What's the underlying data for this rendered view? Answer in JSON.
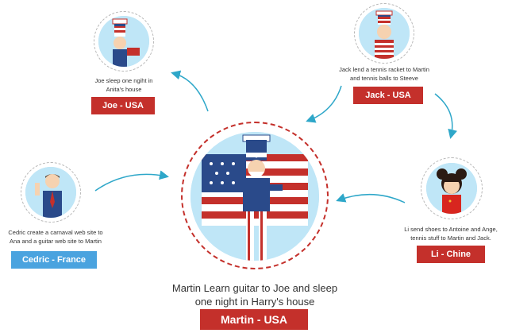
{
  "colors": {
    "red_label": "#c4302b",
    "blue_label": "#4aa3df",
    "arrow": "#2ea7c9",
    "center_ring": "#c4302b",
    "avatar_bg": "#bfe6f7"
  },
  "center": {
    "caption_line1": "Martin Learn guitar to Joe and sleep",
    "caption_line2": "one night in Harry's house",
    "label": "Martin - USA",
    "icon": "uncle-sam-flag-illustration"
  },
  "nodes": {
    "joe": {
      "caption_line1": "Joe sleep one ngiht in",
      "caption_line2": "Anita's house",
      "label": "Joe - USA",
      "icon": "uncle-sam-kid-avatar"
    },
    "jack": {
      "caption_line1": "Jack lend a tennis racket to Martin",
      "caption_line2": "and tennis balls to Steeve",
      "label": "Jack - USA",
      "icon": "uncle-sam-kid-avatar"
    },
    "li": {
      "caption_line1": "Li send shoes to Antoine and Ange,",
      "caption_line2": "tennis stuff to Martin and Jack.",
      "label": "Li - Chine",
      "icon": "chinese-girl-avatar"
    },
    "cedric": {
      "caption_line1": "Cedric create a carnaval web site to",
      "caption_line2": "Ana and a guitar web site to Martin",
      "label": "Cedric - France",
      "icon": "businessman-avatar"
    }
  }
}
